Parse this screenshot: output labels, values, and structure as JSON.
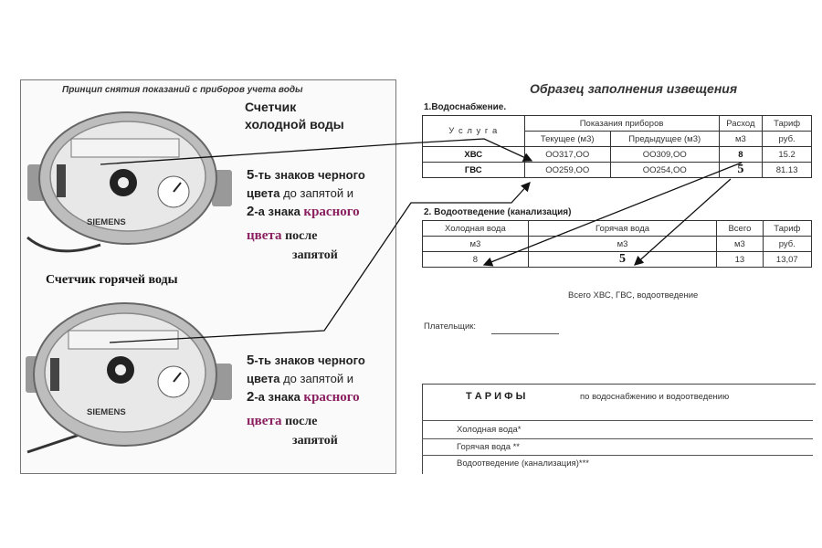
{
  "left": {
    "title": "Принцип снятия показаний с приборов учета воды",
    "cold_meter_label_1": "Счетчик",
    "cold_meter_label_2": "холодной воды",
    "hot_meter_label": "Счетчик горячей воды",
    "brand": "SIEMENS",
    "desc": {
      "n5": "5",
      "t1": "-ть знаков",
      "t2": "черного",
      "t3": "цвета",
      "t4": "до запятой и",
      "n2": "2",
      "t5": "-а знака",
      "t6": "красного",
      "t7": "цвета",
      "t8": "после",
      "t9": "запятой"
    }
  },
  "doc": {
    "title": "Образец заполнения извещения",
    "section1": "1.Водоснабжение.",
    "table1": {
      "h_service": "У с л у г а",
      "h_readings": "Показания приборов",
      "h_current": "Текущее (м3)",
      "h_previous": "Предыдущее (м3)",
      "h_usage": "Расход",
      "h_usage_unit": "м3",
      "h_tariff": "Тариф",
      "h_tariff_unit": "руб.",
      "rows": [
        {
          "service": "ХВС",
          "current": "ОО317,ОО",
          "previous": "ОО309,ОО",
          "usage": "8",
          "tariff": "15.2"
        },
        {
          "service": "ГВС",
          "current": "ОО259,ОО",
          "previous": "ОО254,ОО",
          "usage": "5",
          "tariff": "81.13"
        }
      ]
    },
    "section2": "2. Водоотведение (канализация)",
    "table2": {
      "h_cold": "Холодная вода",
      "h_cold_unit": "м3",
      "h_hot": "Горячая вода",
      "h_hot_unit": "м3",
      "h_total": "Всего",
      "h_total_unit": "м3",
      "h_tariff": "Тариф",
      "h_tariff_unit": "руб.",
      "cold": "8",
      "hot": "5",
      "total": "13",
      "tariff": "13,07"
    },
    "total_line": "Всего ХВС, ГВС, водоотведение",
    "payer": "Плательщик:",
    "tariffs_title": "Т А Р И Ф Ы",
    "tariffs_subtitle": "по водоснабжению и водоотведению",
    "tariff_items": [
      "Холодная вода*",
      "Горячая вода **",
      "Водоотведение (канализация)***"
    ]
  }
}
